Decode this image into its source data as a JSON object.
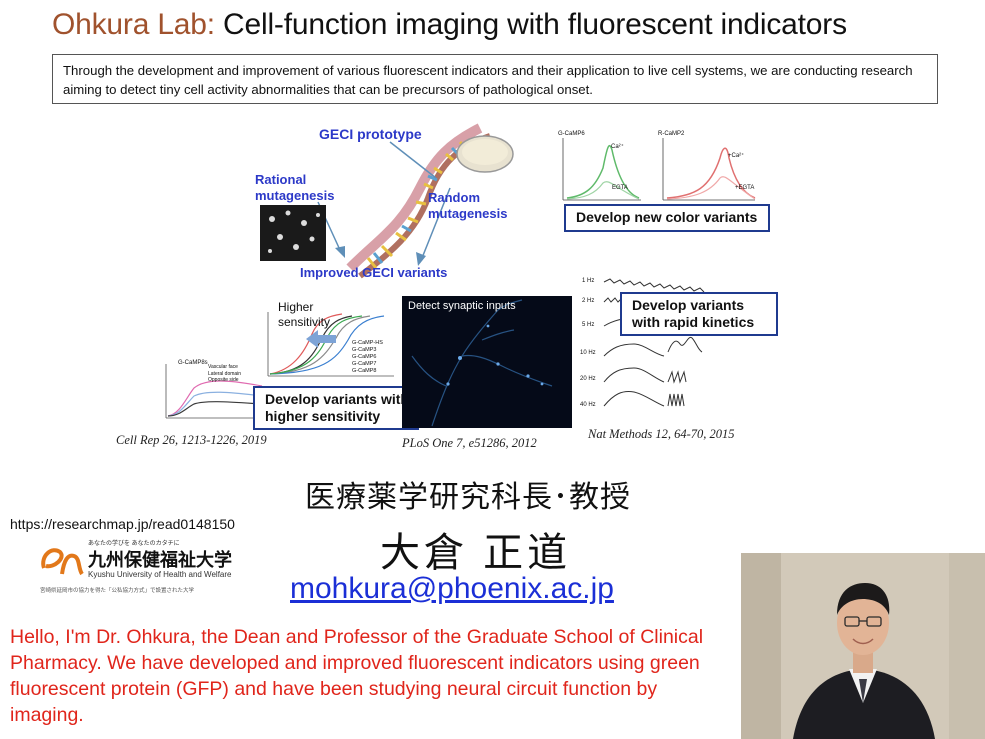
{
  "header": {
    "lab_name": "Ohkura Lab:",
    "title_rest": "Cell-function imaging with fluorescent indicators"
  },
  "intro": "Through the development and improvement of various fluorescent indicators and their application to live cell systems, we are conducting research aiming to detect tiny cell activity abnormalities that can be precursors of pathological onset.",
  "figure_geci": {
    "prototype": "GECI prototype",
    "rational": "Rational\nmutagenesis",
    "random": "Random\nmutagenesis",
    "improved": "Improved GECI variants"
  },
  "figure_color": {
    "caption": "Develop new color variants",
    "left_label": "G-CaMP6",
    "right_label": "R-CaMP2",
    "ca_label": "Ca²⁺",
    "egta_label": "EGTA",
    "ca_label_right": "+Ca²⁺",
    "egta_label_right": "+EGTA"
  },
  "figure_kinetics": {
    "caption": "Develop variants\nwith rapid kinetics",
    "rates": [
      "1 Hz",
      "2 Hz",
      "5 Hz",
      "10 Hz",
      "20 Hz",
      "40 Hz"
    ]
  },
  "figure_sensitivity": {
    "higher": "Higher\nsensitivity",
    "caption": "Develop variants with\nhigher sensitivity",
    "legend": [
      "G-CaMP-HS",
      "G-CaMP3",
      "G-CaMP6",
      "G-CaMP7",
      "G-CaMP8"
    ],
    "small_title": "G-CaMP8s",
    "small_legend": [
      "Vascular face",
      "Lateral domain",
      "Opposite side"
    ],
    "synaptic": "Detect synaptic inputs"
  },
  "citations": {
    "cell_rep": "Cell Rep 26, 1213-1226, 2019",
    "plos": "PLoS One 7, e51286, 2012",
    "nat_methods": "Nat Methods 12, 64-70, 2015"
  },
  "profile": {
    "dean_title": "医療薬学研究科長･教授",
    "name": "大倉 正道",
    "email": "mohkura@phoenix.ac.jp",
    "url": "https://researchmap.jp/read0148150"
  },
  "university": {
    "tagline": "あなたの学びを あなたのカタチに",
    "name_jp": "九州保健福祉大学",
    "name_en": "Kyushu University of Health and Welfare",
    "note": "宮崎県延岡市の協力を得た「公私協力方式」で設置された大学"
  },
  "speech": "Hello, I'm Dr. Ohkura, the Dean and Professor of the Graduate School of Clinical Pharmacy.  We have developed and improved fluorescent indicators using green fluorescent protein (GFP) and have been studying neural circuit function by imaging.",
  "colors": {
    "lab_name": "#a0522d",
    "label_blue": "#2c39c8",
    "caption_border": "#1f3a8f",
    "email": "#1b2fd6",
    "speech": "#e0251b"
  }
}
